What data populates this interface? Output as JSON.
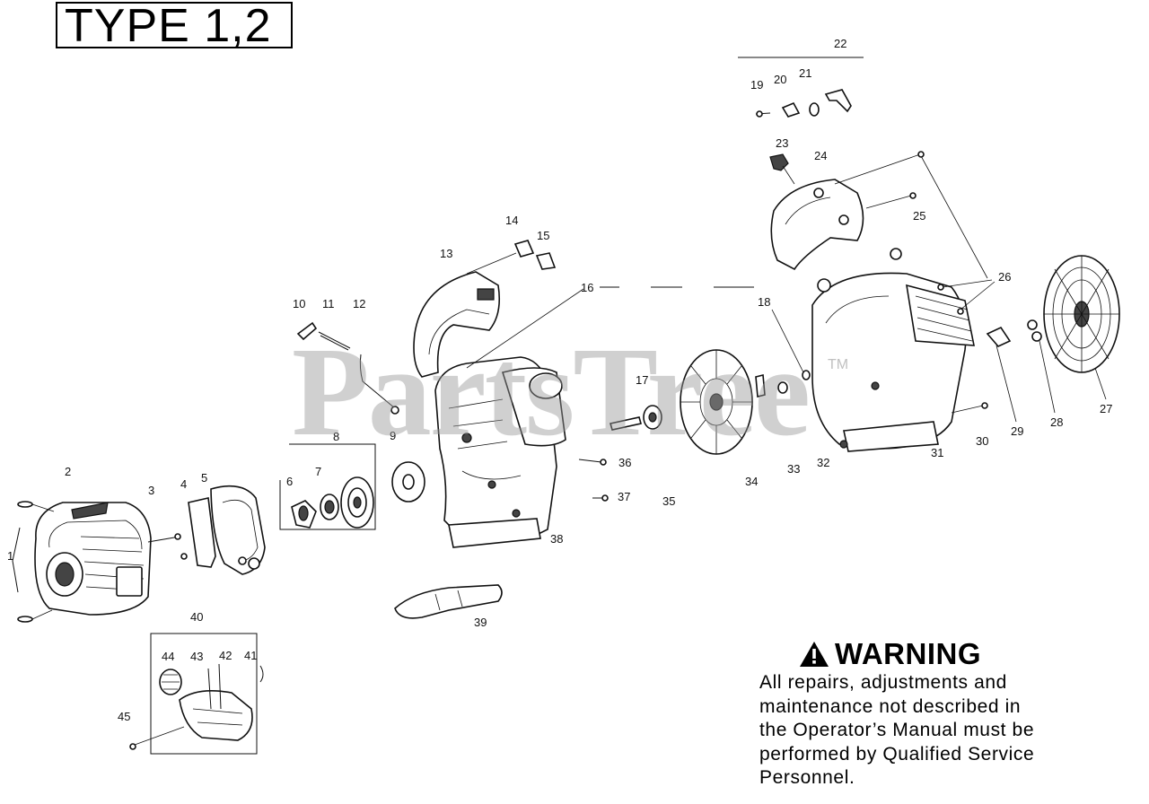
{
  "type_label": "TYPE 1,2",
  "watermark": {
    "text": "PartsTree",
    "tm": "TM"
  },
  "warning": {
    "title": "WARNING",
    "lines": [
      "All repairs, adjustments and",
      "maintenance not described in",
      "the Operator’s Manual must be",
      "performed by Qualified Service",
      "Personnel."
    ]
  },
  "callouts": [
    "1",
    "2",
    "3",
    "4",
    "5",
    "6",
    "7",
    "8",
    "9",
    "10",
    "11",
    "12",
    "13",
    "14",
    "15",
    "16",
    "17",
    "18",
    "19",
    "20",
    "21",
    "22",
    "23",
    "24",
    "25",
    "26",
    "27",
    "28",
    "29",
    "30",
    "31",
    "32",
    "33",
    "34",
    "35",
    "36",
    "37",
    "38",
    "39",
    "40",
    "41",
    "42",
    "43",
    "44",
    "45"
  ]
}
